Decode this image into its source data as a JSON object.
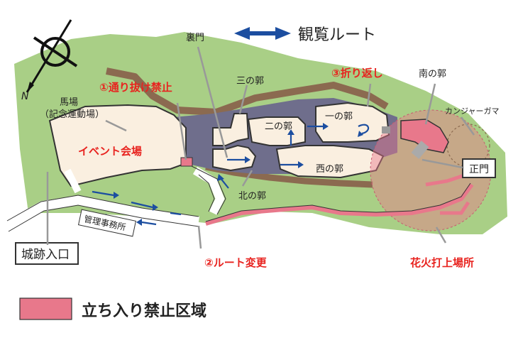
{
  "legend": {
    "route_label": "観覧ルート",
    "restricted_label": "立ち入り禁止区域"
  },
  "compass": {
    "north_letter": "N"
  },
  "areas": {
    "baba": "馬場",
    "baba_sub": "（記念運動場）",
    "event_venue": "イベント会場",
    "uramon": "裏門",
    "sannomaru": "三の郭",
    "ninomaru": "二の郭",
    "ichinomaru": "一の郭",
    "minaminomaru": "南の郭",
    "nishinomaru": "西の郭",
    "kitanomaru": "北の郭",
    "kanjagama": "カンジャーガマ",
    "seimon": "正門",
    "kanri_jimusho": "管理事務所",
    "entrance": "城跡入口"
  },
  "notices": {
    "no_passthrough": "①通り抜け禁止",
    "route_change": "②ルート変更",
    "turn_back": "③折り返し",
    "fireworks": "花火打上場所"
  },
  "colors": {
    "grass": "#a9cf86",
    "castle": "#faefe0",
    "wall_gray": "#6f6e8c",
    "route_blue": "#1c4ea0",
    "restricted": "#e8788b",
    "brown": "#8b6a50",
    "notice_red": "#e8231f"
  }
}
